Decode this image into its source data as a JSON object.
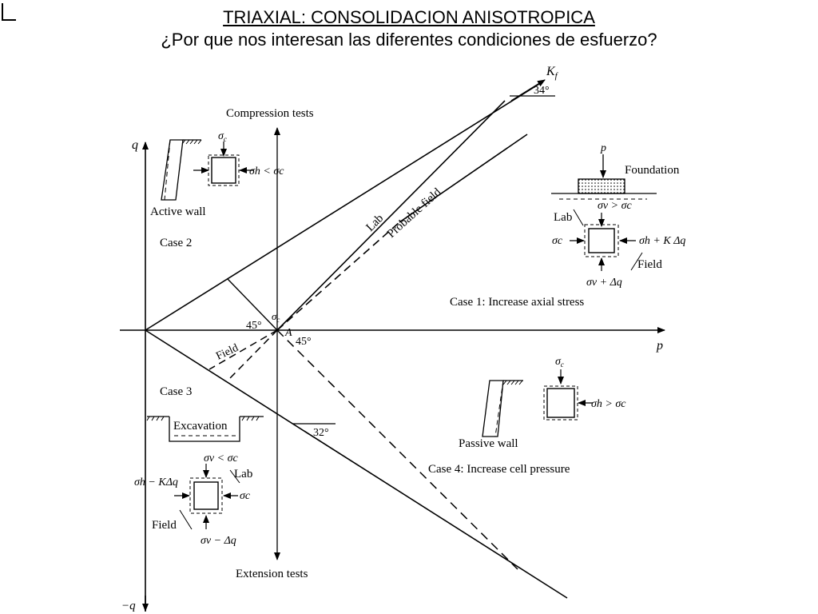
{
  "slide": {
    "title": "TRIAXIAL: CONSOLIDACION ANISOTROPICA",
    "subtitle": "¿Por que nos interesan las diferentes condiciones de esfuerzo?"
  },
  "diagram": {
    "axis_q": "q",
    "axis_neg_q": "−q",
    "axis_p": "p",
    "compression_tests": "Compression tests",
    "extension_tests": "Extension tests",
    "kf": "K",
    "kf_sub": "f",
    "angle_34": "34°",
    "angle_32": "32°",
    "angle_45_left": "45°",
    "angle_45_right": "45°",
    "point_a": "A",
    "sigma_c_at_a": "σ",
    "sigma_c_at_a_sub": "c",
    "lab": "Lab",
    "probable_field": "Probable field",
    "field_lower": "Field",
    "case2": {
      "label": "Case 2",
      "active_wall": "Active wall",
      "sigma_c": "σ",
      "sigma_c_sub": "c",
      "relation": "σh < σc"
    },
    "case1": {
      "label": "Case 1: Increase axial stress",
      "p": "p",
      "foundation": "Foundation",
      "relation": "σv > σc",
      "lab": "Lab",
      "field": "Field",
      "left_stress": "σc",
      "right_stress": "σh + K Δq",
      "bottom_stress": "σv + Δq"
    },
    "case3": {
      "label": "Case 3",
      "excavation": "Excavation",
      "relation": "σv < σc",
      "lab": "Lab",
      "field": "Field",
      "left_stress": "σh − KΔq",
      "right_stress": "σc",
      "bottom_stress": "σv − Δq"
    },
    "case4": {
      "label": "Case 4: Increase cell pressure",
      "passive_wall": "Passive wall",
      "sigma_c": "σ",
      "sigma_c_sub": "c",
      "relation": "σh > σc"
    }
  }
}
